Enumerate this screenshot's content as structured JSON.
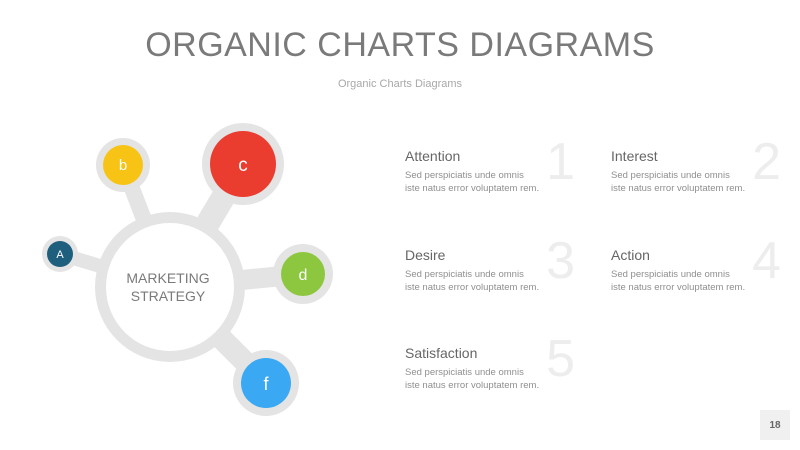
{
  "title": "ORGANIC CHARTS DIAGRAMS",
  "subtitle": "Organic Charts Diagrams",
  "diagram": {
    "center_line1": "MARKETING",
    "center_line2": "STRATEGY",
    "nodes": [
      {
        "label": "A",
        "color": "#1f5f7e"
      },
      {
        "label": "b",
        "color": "#f7c416"
      },
      {
        "label": "c",
        "color": "#ea3d2f"
      },
      {
        "label": "d",
        "color": "#8dc63f"
      },
      {
        "label": "f",
        "color": "#3aa8f2"
      }
    ]
  },
  "items": [
    {
      "number": "1",
      "heading": "Attention",
      "line1": "Sed perspiciatis unde omnis",
      "line2": "iste natus error voluptatem rem."
    },
    {
      "number": "2",
      "heading": "Interest",
      "line1": "Sed perspiciatis unde omnis",
      "line2": "iste natus error voluptatem rem."
    },
    {
      "number": "3",
      "heading": "Desire",
      "line1": "Sed perspiciatis unde omnis",
      "line2": "iste natus error voluptatem rem."
    },
    {
      "number": "4",
      "heading": "Action",
      "line1": "Sed perspiciatis unde omnis",
      "line2": "iste natus error voluptatem rem."
    },
    {
      "number": "5",
      "heading": "Satisfaction",
      "line1": "Sed perspiciatis unde omnis",
      "line2": "iste natus error voluptatem rem."
    }
  ],
  "page_number": "18"
}
